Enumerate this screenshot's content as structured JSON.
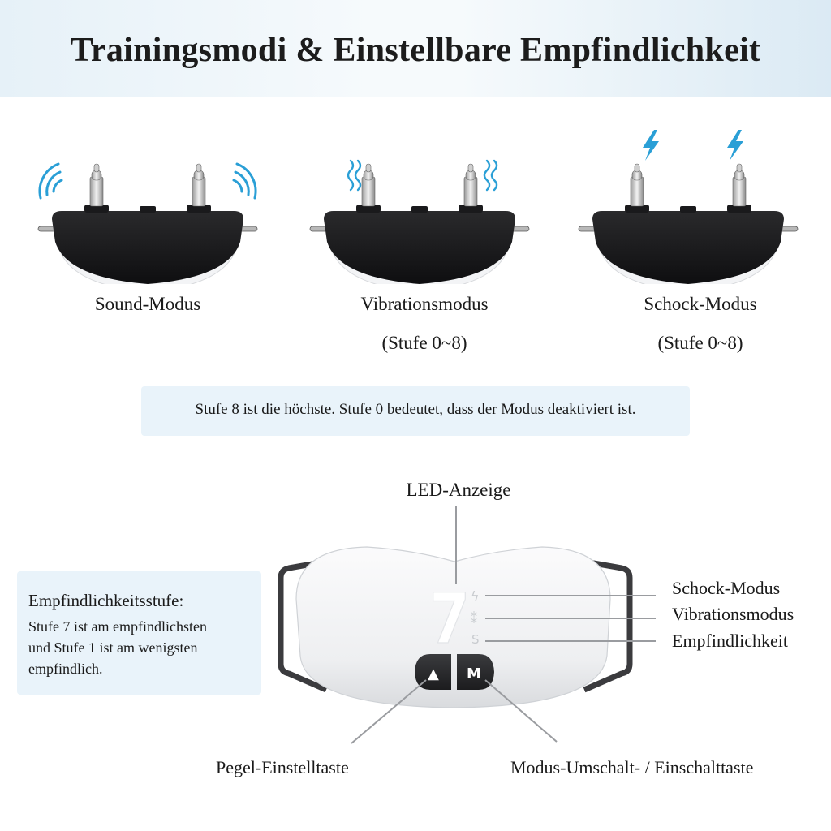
{
  "header": {
    "title": "Trainingsmodi & Einstellbare Empfindlichkeit"
  },
  "modes": [
    {
      "name": "Sound-Modus",
      "range": "",
      "icon": "sound-wave-icon"
    },
    {
      "name": "Vibrationsmodus",
      "range": "(Stufe 0~8)",
      "icon": "vibration-icon"
    },
    {
      "name": "Schock-Modus",
      "range": "(Stufe 0~8)",
      "icon": "lightning-icon"
    }
  ],
  "info": {
    "text": "Stufe 8 ist die höchste. Stufe 0 bedeutet, dass der Modus deaktiviert ist."
  },
  "device": {
    "led_label": "LED-Anzeige",
    "display_digit": "7",
    "indicators": [
      {
        "label": "Schock-Modus",
        "symbol": "ϟ"
      },
      {
        "label": "Vibrationsmodus",
        "symbol": "⁑"
      },
      {
        "label": "Empfindlichkeit",
        "symbol": "S"
      }
    ],
    "buttons": {
      "level": {
        "glyph": "▲",
        "label": "Pegel-Einstelltaste"
      },
      "mode": {
        "glyph": "M",
        "label": "Modus-Umschalt- / Einschalttaste"
      }
    }
  },
  "sensitivity": {
    "title": "Empfindlichkeitsstufe:",
    "lines": [
      "Stufe 7 ist am empfindlichsten",
      "und Stufe 1 ist am wenigsten",
      "empfindlich."
    ]
  },
  "colors": {
    "accent": "#2a9fd6",
    "banner": "#e6f1f8",
    "box": "#e9f3fa",
    "device_dark": "#1c1c1e"
  }
}
